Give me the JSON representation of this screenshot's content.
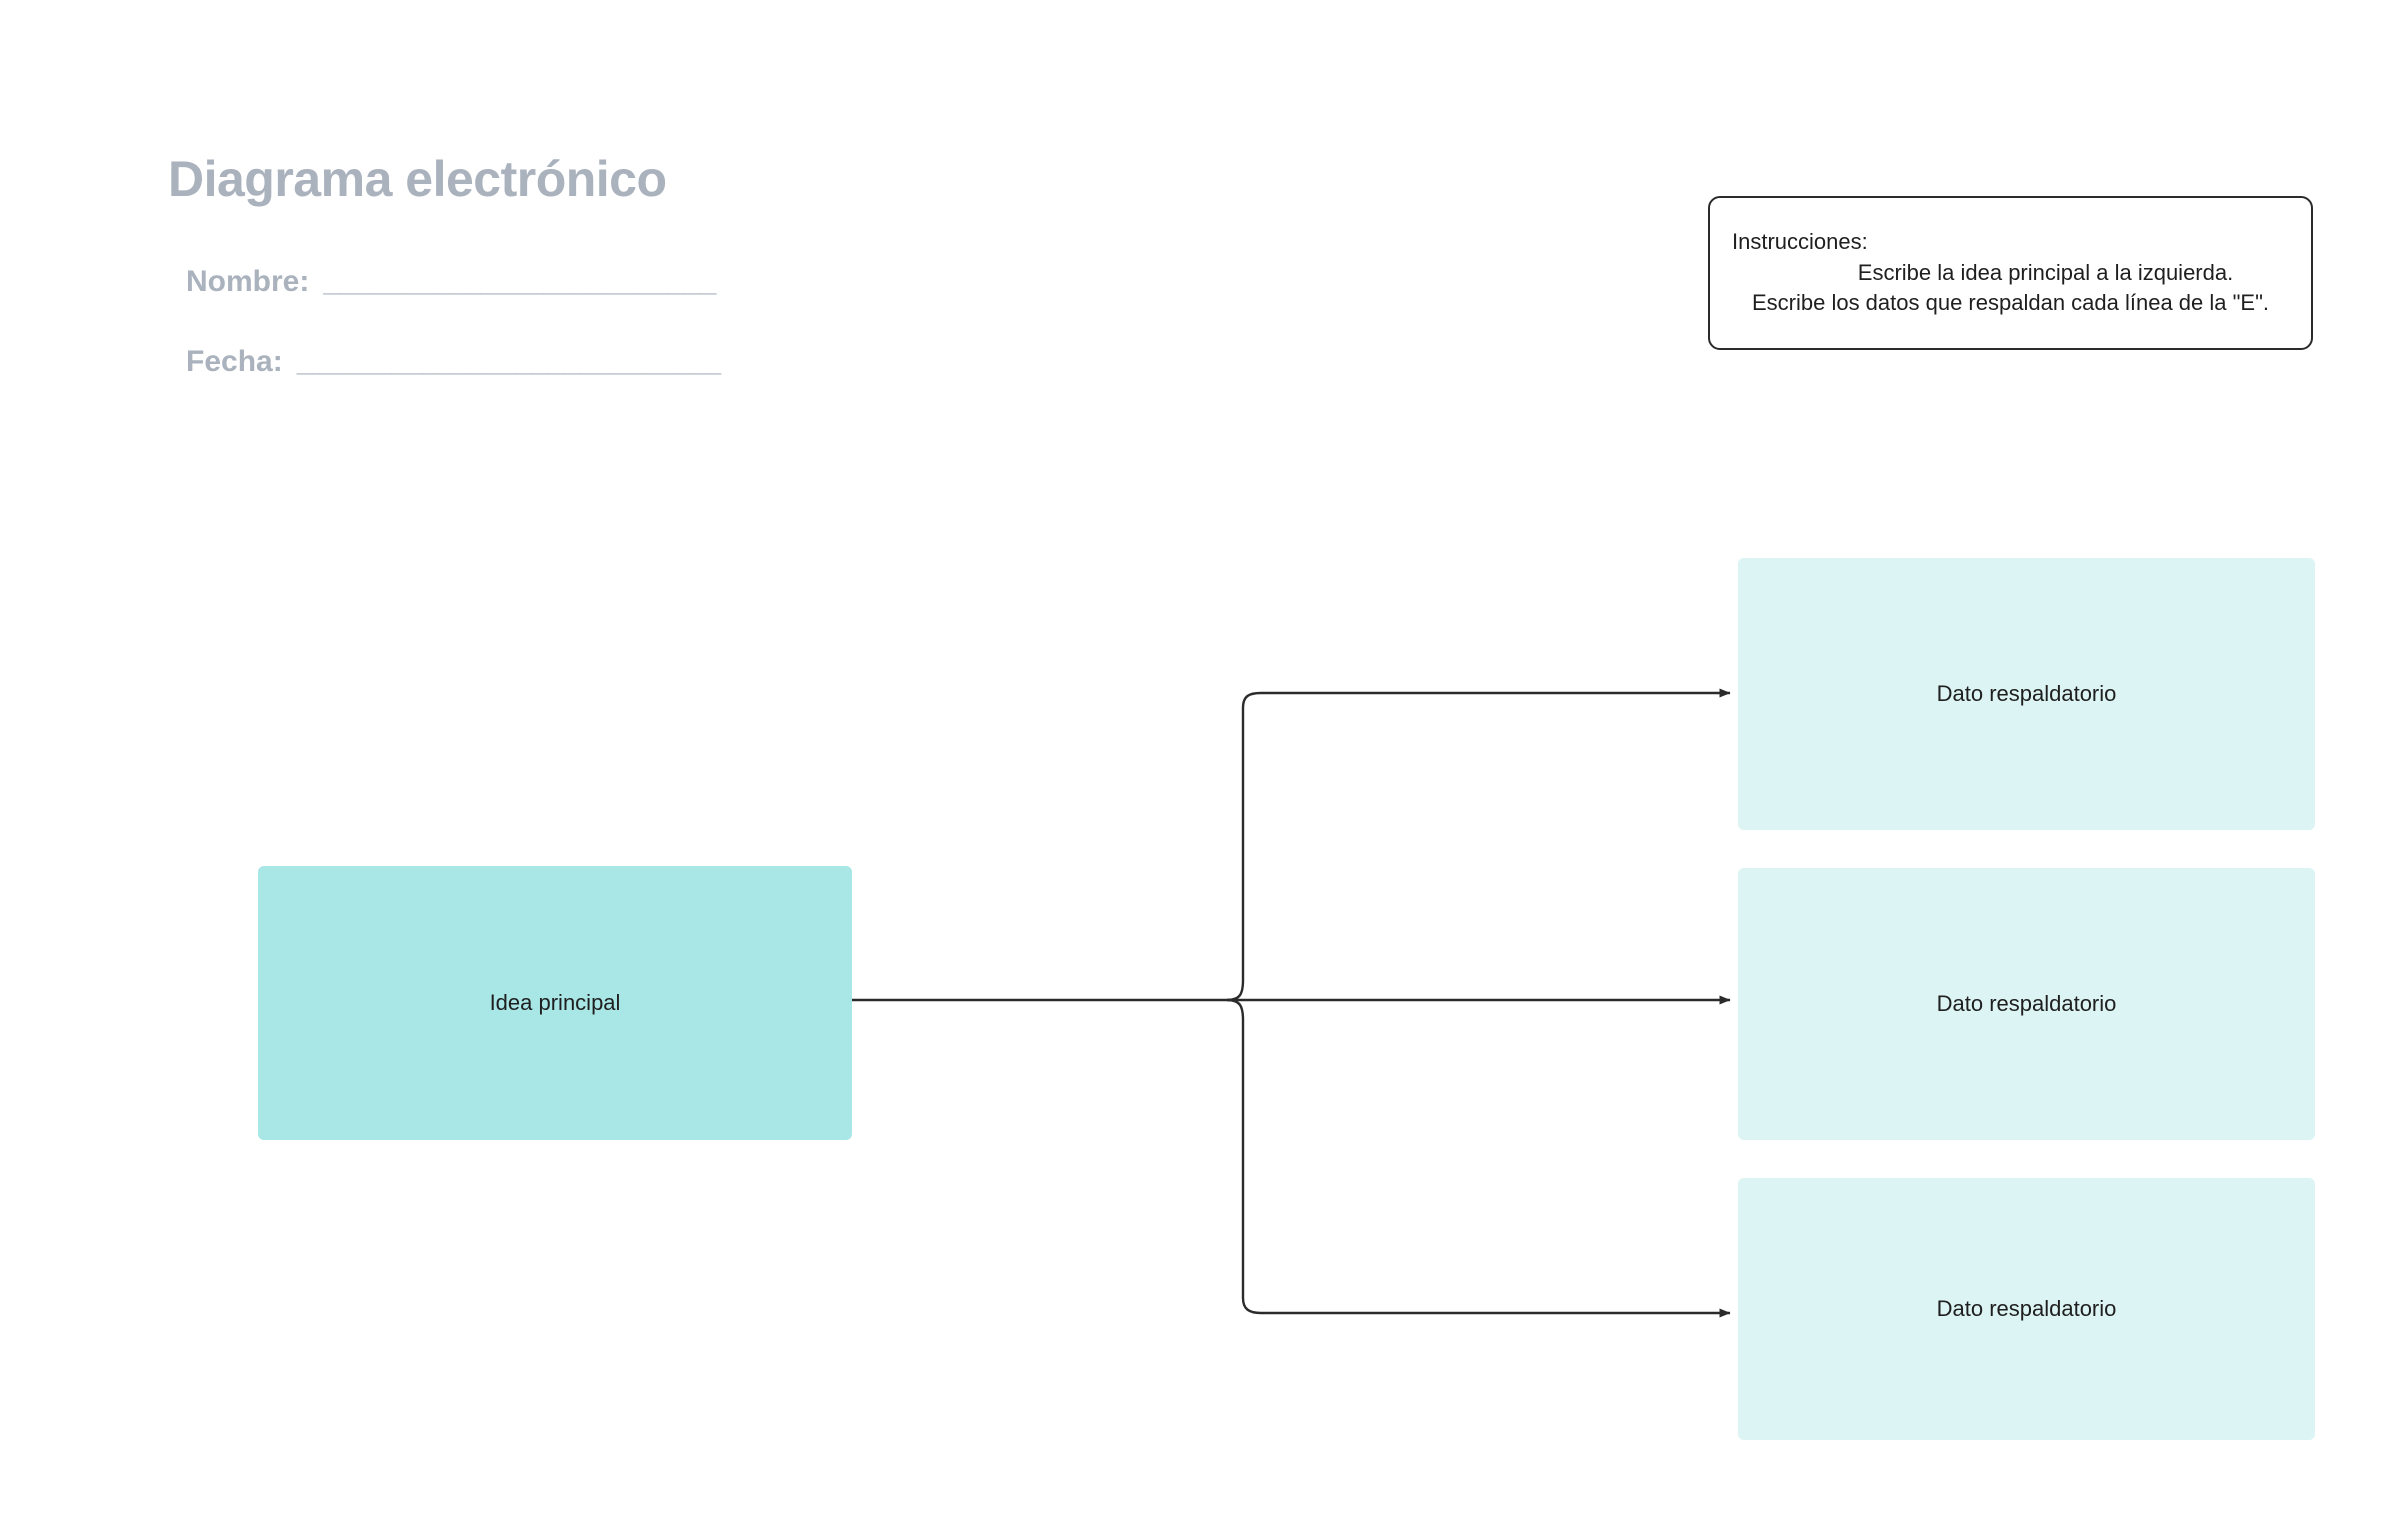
{
  "header": {
    "title": "Diagrama electrónico",
    "fields": [
      {
        "label": "Nombre:",
        "blank": "_________________________"
      },
      {
        "label": "Fecha:",
        "blank": "___________________________"
      }
    ]
  },
  "instructions": {
    "heading": "Instrucciones:",
    "line_1": "Escribe la idea principal a la izquierda.",
    "line_2": "Escribe los datos que respaldan cada línea de la \"E\"."
  },
  "diagram": {
    "main_idea": "Idea principal",
    "supports": [
      "Dato respaldatorio",
      "Dato respaldatorio",
      "Dato respaldatorio"
    ]
  },
  "colors": {
    "title": "#aab2bd",
    "main_box_fill": "#a9e6e6",
    "support_box_fill": "#dcf4f3",
    "connector": "#2b2b2b",
    "text": "#1f1f1f",
    "background": "#ffffff"
  }
}
